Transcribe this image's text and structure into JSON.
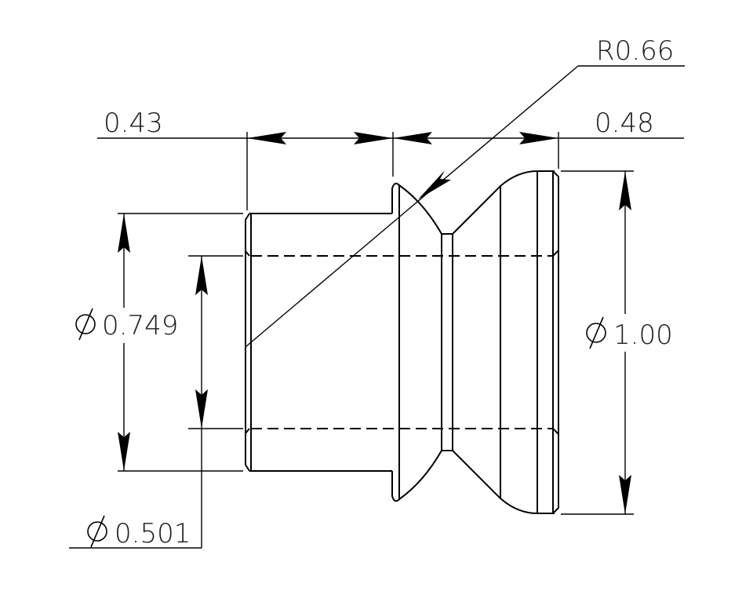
{
  "drawing": {
    "type": "technical part drawing (side view of turned pulley/bushing)",
    "dimensions": {
      "length_left": {
        "label": "0.43",
        "kind": "linear"
      },
      "length_right": {
        "label": "0.48",
        "kind": "linear"
      },
      "radius": {
        "label": "R0.66",
        "kind": "radius"
      },
      "hub_diameter": {
        "symbol": "⌀",
        "label": "0.749",
        "kind": "diameter"
      },
      "bore_diameter": {
        "symbol": "⌀",
        "label": "0.501",
        "kind": "diameter"
      },
      "outer_diameter": {
        "symbol": "⌀",
        "label": "1.00",
        "kind": "diameter"
      }
    },
    "colors": {
      "line": "#000000",
      "background": "#ffffff",
      "text": "#1a1a1a"
    }
  }
}
